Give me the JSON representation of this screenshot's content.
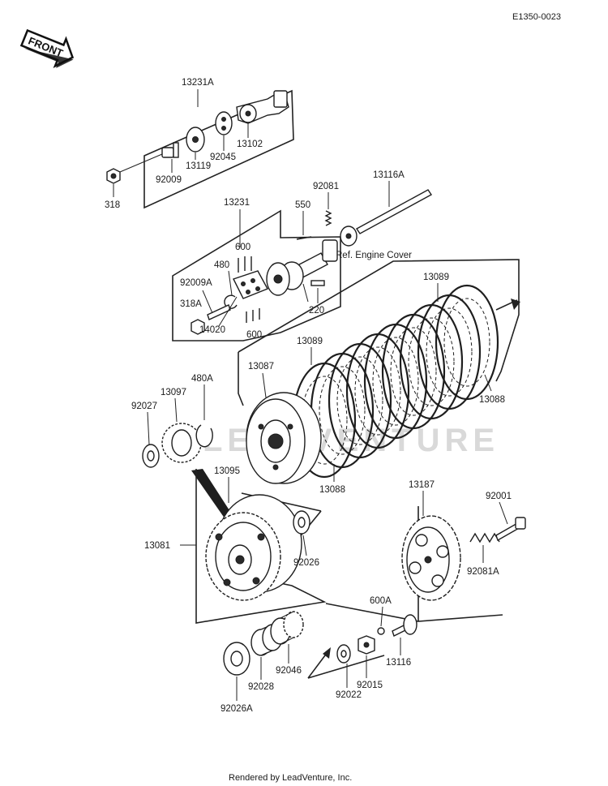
{
  "header": {
    "ref_code": "E1350-0023"
  },
  "front_badge": {
    "label": "FRONT"
  },
  "watermark": {
    "text": "LEADVENTURE"
  },
  "parts": {
    "p13231A": "13231A",
    "p318": "318",
    "p92009": "92009",
    "p13119": "13119",
    "p92045": "92045",
    "p13102": "13102",
    "p13231": "13231",
    "p550": "550",
    "p92081": "92081",
    "p13116A": "13116A",
    "ref_engine_cover": "Ref. Engine Cover",
    "p600_top": "600",
    "p480": "480",
    "p92009A": "92009A",
    "p318A": "318A",
    "p14020": "14020",
    "p600_bottom": "600",
    "p220": "220",
    "p13089_top": "13089",
    "p13089_mid": "13089",
    "p13087": "13087",
    "p13088_right": "13088",
    "p13088_bottom": "13088",
    "p480A": "480A",
    "p13097": "13097",
    "p92027": "92027",
    "p13095": "13095",
    "p13081": "13081",
    "p92026": "92026",
    "p13187": "13187",
    "p92001": "92001",
    "p92081A": "92081A",
    "p600A": "600A",
    "p13116": "13116",
    "p92046": "92046",
    "p92028": "92028",
    "p92026A": "92026A",
    "p92015": "92015",
    "p92022": "92022"
  },
  "footer": {
    "credit": "Rendered by LeadVenture, Inc."
  }
}
